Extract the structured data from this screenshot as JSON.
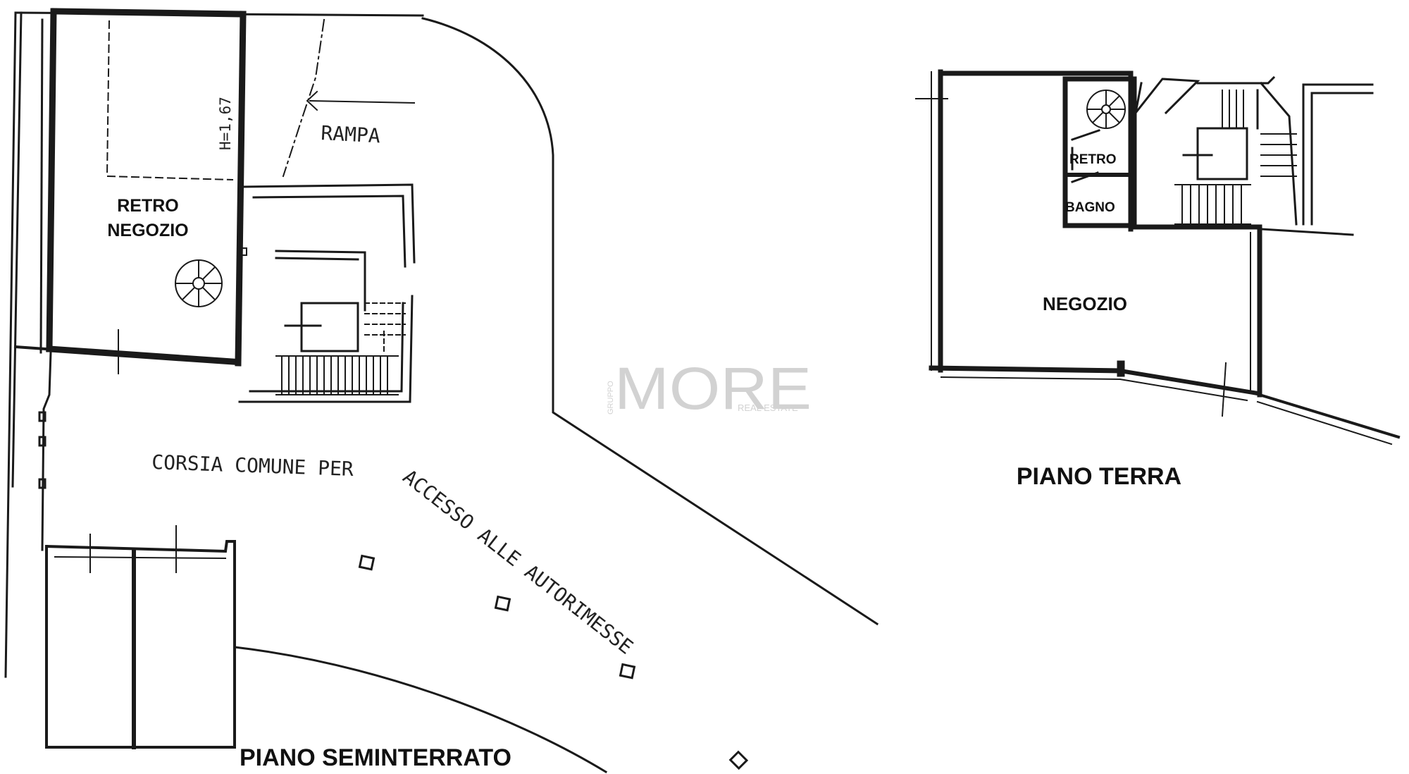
{
  "plan": {
    "basement": {
      "title": "PIANO SEMINTERRATO",
      "room_retro_negozio": [
        "RETRO",
        "NEGOZIO"
      ],
      "ramp_label": "RAMPA",
      "height_note": "H=1,67",
      "corridor_note": [
        "CORSIA COMUNE PER",
        "ACCESSO ALLE AUTORIMESSE"
      ]
    },
    "ground": {
      "title": "PIANO TERRA",
      "room_negozio": "NEGOZIO",
      "room_retro": "RETRO",
      "room_bagno": "BAGNO"
    }
  },
  "watermark": {
    "brand": "MORE",
    "sub": "REAL ESTATE",
    "vertical": "GRUPPO"
  },
  "colors": {
    "ink": "#111111",
    "wall": "#1a1a1a",
    "watermark": "#d2d2d2"
  }
}
